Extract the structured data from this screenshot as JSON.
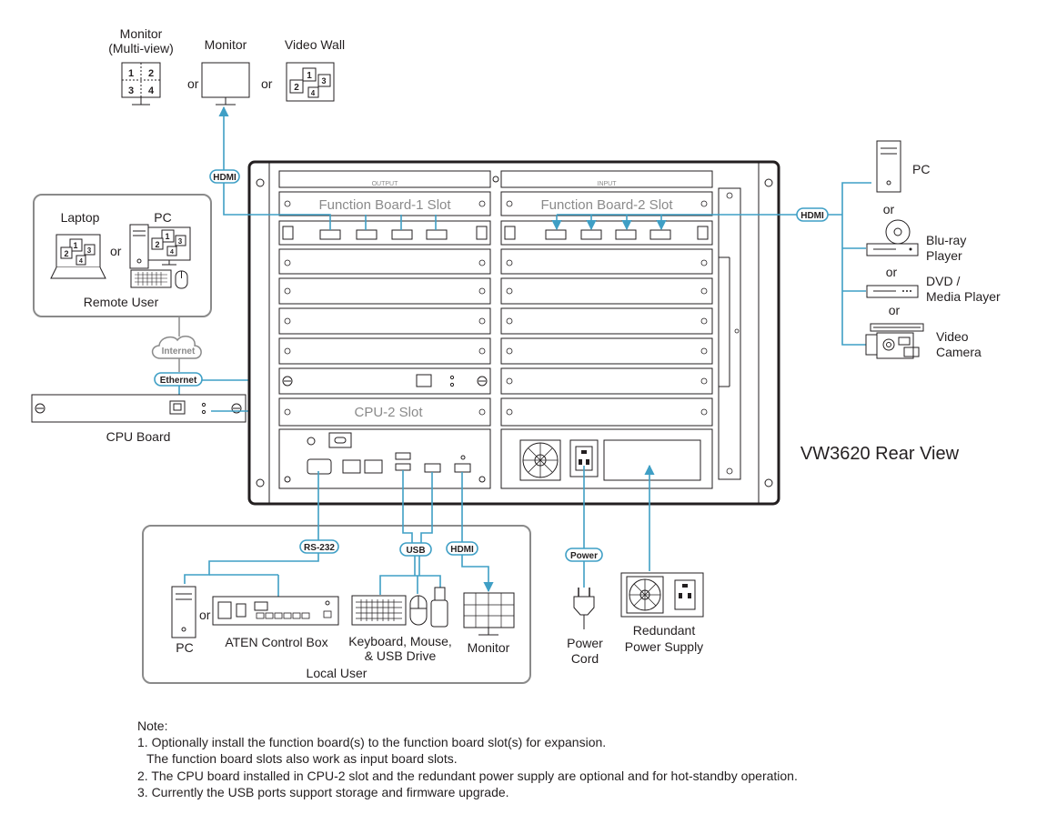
{
  "top_displays": {
    "multiview_label_1": "Monitor",
    "multiview_label_2": "(Multi-view)",
    "multiview_cells": [
      "1",
      "2",
      "3",
      "4"
    ],
    "monitor_label": "Monitor",
    "videowall_label": "Video Wall",
    "videowall_cells": [
      "1",
      "2",
      "3",
      "4"
    ],
    "or_1": "or",
    "or_2": "or"
  },
  "cables": {
    "hdmi_output": "HDMI",
    "hdmi_input": "HDMI",
    "ethernet": "Ethernet",
    "internet": "Internet",
    "rs232": "RS-232",
    "usb": "USB",
    "hdmi_local": "HDMI",
    "power": "Power"
  },
  "remote_user": {
    "laptop_label": "Laptop",
    "pc_label": "PC",
    "or": "or",
    "group_label": "Remote User",
    "cells": [
      "1",
      "2",
      "3",
      "4"
    ]
  },
  "cpu_board": {
    "label": "CPU Board"
  },
  "chassis": {
    "output_label": "OUTPUT",
    "input_label": "INPUT",
    "function_board_1": "Function Board-1 Slot",
    "function_board_2": "Function Board-2 Slot",
    "cpu2_slot": "CPU-2 Slot",
    "rear_view_label": "VW3620 Rear View"
  },
  "sources": {
    "pc_label": "PC",
    "or_1": "or",
    "bluray_1": "Blu-ray",
    "bluray_2": "Player",
    "or_2": "or",
    "dvd_1": "DVD /",
    "dvd_2": "Media Player",
    "or_3": "or",
    "camera_1": "Video",
    "camera_2": "Camera"
  },
  "local_user": {
    "pc_label": "PC",
    "or": "or",
    "control_box_label": "ATEN Control Box",
    "kbd_label_1": "Keyboard, Mouse,",
    "kbd_label_2": "& USB Drive",
    "monitor_label": "Monitor",
    "group_label": "Local User"
  },
  "power": {
    "cord_1": "Power",
    "cord_2": "Cord",
    "redundant_1": "Redundant",
    "redundant_2": "Power Supply"
  },
  "notes": {
    "heading": "Note:",
    "line_1": "1. Optionally install the function board(s) to the function board slot(s) for expansion.",
    "line_2": "The function board slots also work as input board slots.",
    "line_3": "2. The CPU board installed in CPU-2 slot and the redundant power supply are optional and for hot-standby operation.",
    "line_4": "3. Currently the USB ports support storage and firmware upgrade."
  },
  "colors": {
    "cable": "#3f9fc5",
    "ink": "#231f20",
    "chassis_frame": "#231f20"
  }
}
